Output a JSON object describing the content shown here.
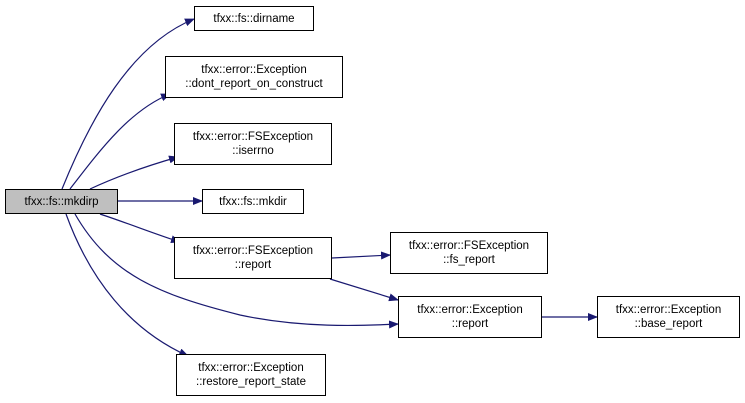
{
  "colors": {
    "edge": "#191970",
    "root_fill": "#bfbfbf",
    "node_fill": "#ffffff",
    "node_border": "#000000"
  },
  "nodes": [
    {
      "id": "mkdirp",
      "lines": [
        "tfxx::fs::mkdirp"
      ],
      "root": true
    },
    {
      "id": "dirname",
      "lines": [
        "tfxx::fs::dirname"
      ]
    },
    {
      "id": "dont_report",
      "lines": [
        "tfxx::error::Exception",
        "::dont_report_on_construct"
      ]
    },
    {
      "id": "iserrno",
      "lines": [
        "tfxx::error::FSException",
        "::iserrno"
      ]
    },
    {
      "id": "mkdir",
      "lines": [
        "tfxx::fs::mkdir"
      ]
    },
    {
      "id": "fs_report",
      "lines": [
        "tfxx::error::FSException",
        "::report"
      ]
    },
    {
      "id": "fs_fs_report",
      "lines": [
        "tfxx::error::FSException",
        "::fs_report"
      ]
    },
    {
      "id": "ex_report",
      "lines": [
        "tfxx::error::Exception",
        "::report"
      ]
    },
    {
      "id": "base_report",
      "lines": [
        "tfxx::error::Exception",
        "::base_report"
      ]
    },
    {
      "id": "restore",
      "lines": [
        "tfxx::error::Exception",
        "::restore_report_state"
      ]
    }
  ],
  "edges": [
    [
      "mkdirp",
      "dirname"
    ],
    [
      "mkdirp",
      "dont_report"
    ],
    [
      "mkdirp",
      "iserrno"
    ],
    [
      "mkdirp",
      "mkdir"
    ],
    [
      "mkdirp",
      "fs_report"
    ],
    [
      "mkdirp",
      "ex_report"
    ],
    [
      "mkdirp",
      "restore"
    ],
    [
      "fs_report",
      "fs_fs_report"
    ],
    [
      "fs_report",
      "ex_report"
    ],
    [
      "ex_report",
      "base_report"
    ]
  ]
}
